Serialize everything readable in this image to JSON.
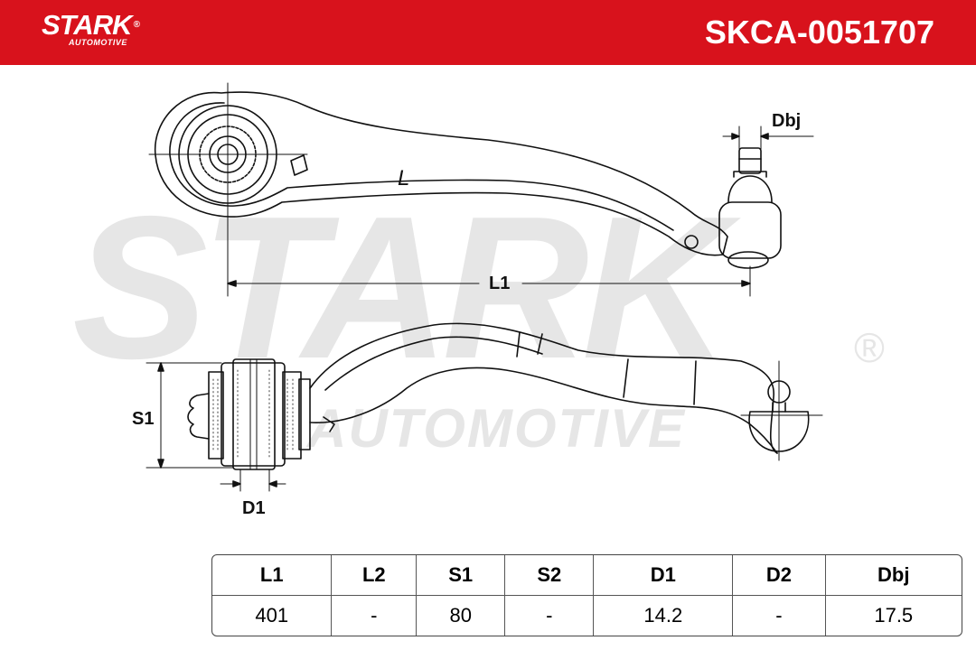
{
  "header": {
    "brand_name": "STARK",
    "brand_reg": "®",
    "brand_sub": "AUTOMOTIVE",
    "part_number": "SKCA-0051707",
    "bg_color": "#d8121c"
  },
  "watermark": {
    "text": "STARK",
    "reg": "®",
    "sub": "AUTOMOTIVE"
  },
  "drawing": {
    "mark_L": "L",
    "labels": {
      "dbj": "Dbj",
      "l1": "L1",
      "s1": "S1",
      "d1": "D1"
    }
  },
  "specs": {
    "headers": [
      "L1",
      "L2",
      "S1",
      "S2",
      "D1",
      "D2",
      "Dbj"
    ],
    "values": [
      "401",
      "-",
      "80",
      "-",
      "14.2",
      "-",
      "17.5"
    ]
  }
}
